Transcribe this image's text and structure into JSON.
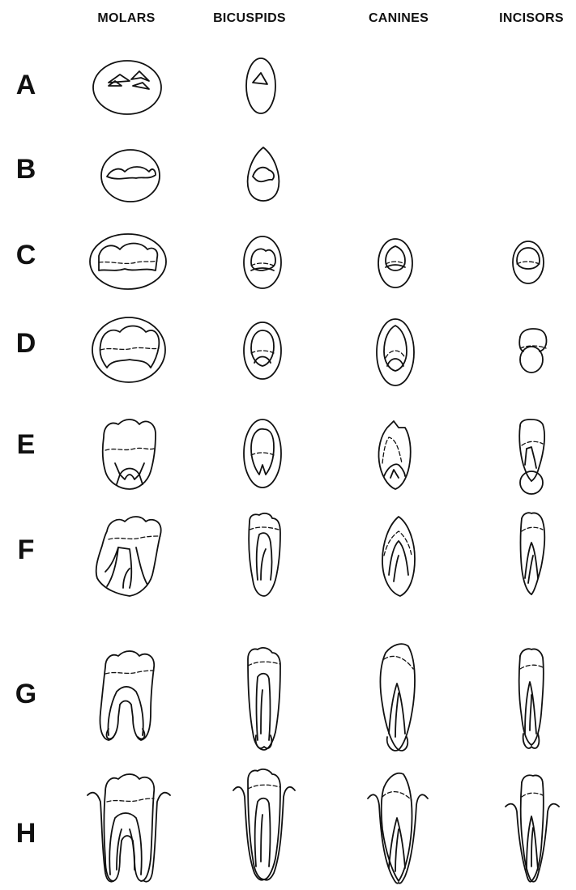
{
  "columns": [
    "MOLARS",
    "BICUSPIDS",
    "CANINES",
    "INCISORS"
  ],
  "rows": [
    "A",
    "B",
    "C",
    "D",
    "E",
    "F",
    "G",
    "H"
  ],
  "cells": [
    {
      "row": "A",
      "col": "MOLARS",
      "stage": "crypt-cusp-tips-molar"
    },
    {
      "row": "A",
      "col": "BICUSPIDS",
      "stage": "crypt-cusp-tips-bicuspid"
    },
    {
      "row": "B",
      "col": "MOLARS",
      "stage": "crypt-cusps-joined-molar"
    },
    {
      "row": "B",
      "col": "BICUSPIDS",
      "stage": "crypt-cusps-joined-bicuspid"
    },
    {
      "row": "C",
      "col": "MOLARS",
      "stage": "crypt-crown-molar"
    },
    {
      "row": "C",
      "col": "BICUSPIDS",
      "stage": "crypt-crown-bicuspid"
    },
    {
      "row": "C",
      "col": "CANINES",
      "stage": "crypt-crown-canine"
    },
    {
      "row": "C",
      "col": "INCISORS",
      "stage": "crypt-crown-incisor"
    },
    {
      "row": "D",
      "col": "MOLARS",
      "stage": "crown-complete-molar"
    },
    {
      "row": "D",
      "col": "BICUSPIDS",
      "stage": "crown-complete-bicuspid"
    },
    {
      "row": "D",
      "col": "CANINES",
      "stage": "crown-complete-canine"
    },
    {
      "row": "D",
      "col": "INCISORS",
      "stage": "crown-complete-incisor"
    },
    {
      "row": "E",
      "col": "MOLARS",
      "stage": "root-beginning-molar"
    },
    {
      "row": "E",
      "col": "BICUSPIDS",
      "stage": "root-beginning-bicuspid"
    },
    {
      "row": "E",
      "col": "CANINES",
      "stage": "root-beginning-canine"
    },
    {
      "row": "E",
      "col": "INCISORS",
      "stage": "root-beginning-incisor"
    },
    {
      "row": "F",
      "col": "MOLARS",
      "stage": "root-partial-molar"
    },
    {
      "row": "F",
      "col": "BICUSPIDS",
      "stage": "root-partial-bicuspid"
    },
    {
      "row": "F",
      "col": "CANINES",
      "stage": "root-partial-canine"
    },
    {
      "row": "F",
      "col": "INCISORS",
      "stage": "root-partial-incisor"
    },
    {
      "row": "G",
      "col": "MOLARS",
      "stage": "root-near-complete-molar"
    },
    {
      "row": "G",
      "col": "BICUSPIDS",
      "stage": "root-near-complete-bicuspid"
    },
    {
      "row": "G",
      "col": "CANINES",
      "stage": "root-near-complete-canine"
    },
    {
      "row": "G",
      "col": "INCISORS",
      "stage": "root-near-complete-incisor"
    },
    {
      "row": "H",
      "col": "MOLARS",
      "stage": "root-complete-molar"
    },
    {
      "row": "H",
      "col": "BICUSPIDS",
      "stage": "root-complete-bicuspid"
    },
    {
      "row": "H",
      "col": "CANINES",
      "stage": "root-complete-canine"
    },
    {
      "row": "H",
      "col": "INCISORS",
      "stage": "root-complete-incisor"
    }
  ]
}
